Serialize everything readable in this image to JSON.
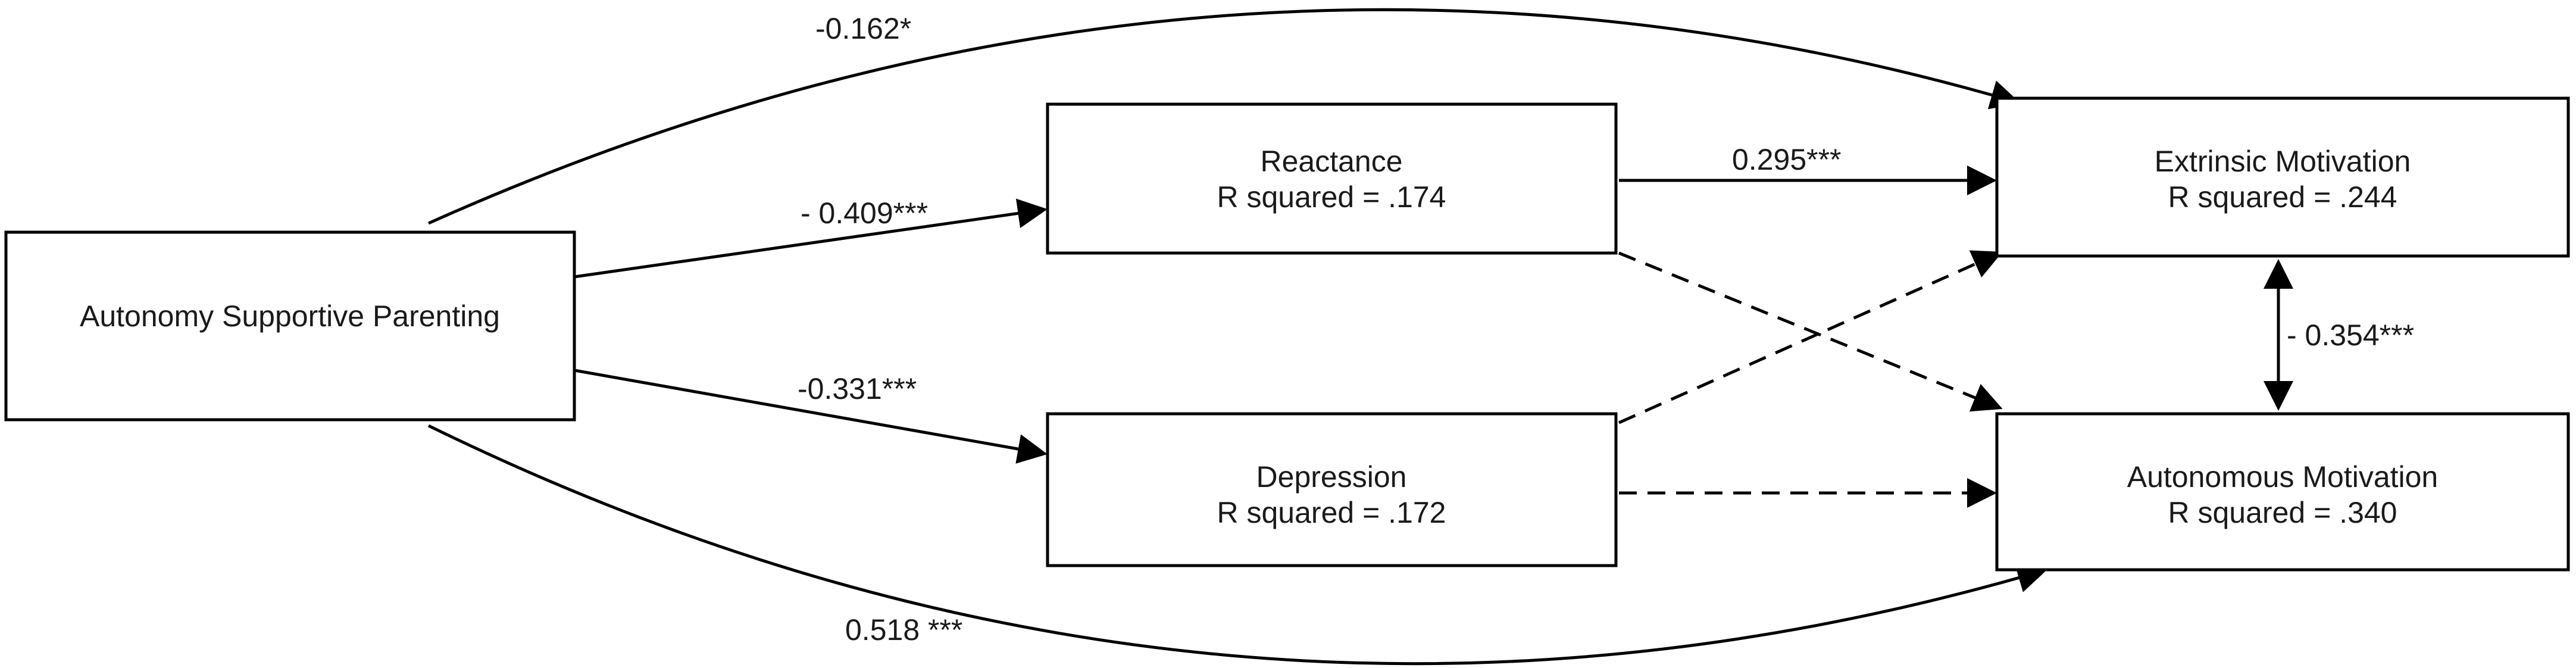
{
  "nodes": {
    "asp": {
      "label": "Autonomy Supportive Parenting"
    },
    "reactance": {
      "label": "Reactance",
      "r2": "R squared = .174"
    },
    "depression": {
      "label": "Depression",
      "r2": "R squared = .172"
    },
    "extrinsic": {
      "label": "Extrinsic Motivation",
      "r2": "R squared = .244"
    },
    "autonomous": {
      "label": "Autonomous Motivation",
      "r2": "R squared = .340"
    }
  },
  "edges": {
    "asp_to_extrinsic": {
      "label": "-0.162*",
      "style": "solid"
    },
    "asp_to_reactance": {
      "label": "- 0.409***",
      "style": "solid"
    },
    "asp_to_depression": {
      "label": "-0.331***",
      "style": "solid"
    },
    "asp_to_autonomous": {
      "label": "0.518 ***",
      "style": "solid"
    },
    "reactance_to_extrinsic": {
      "label": "0.295***",
      "style": "solid"
    },
    "reactance_to_autonomous": {
      "label": "",
      "style": "dashed"
    },
    "depression_to_extrinsic": {
      "label": "",
      "style": "dashed"
    },
    "depression_to_autonomous": {
      "label": "",
      "style": "dashed"
    },
    "extrinsic_autonomous_covariance": {
      "label": "- 0.354***",
      "style": "solid"
    }
  },
  "colors": {
    "stroke": "#000000",
    "text": "#1a1a1a",
    "background": "#ffffff"
  }
}
